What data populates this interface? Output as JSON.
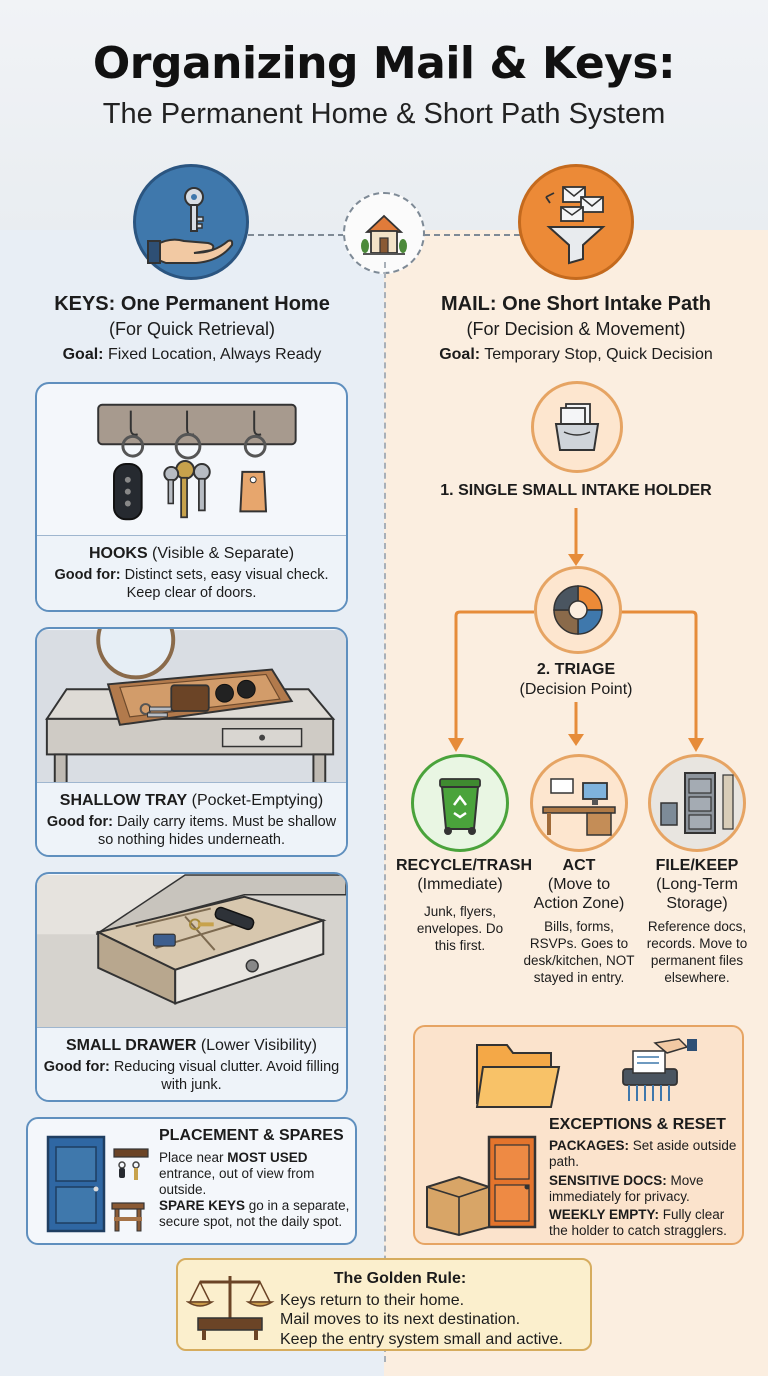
{
  "header": {
    "title": "Organizing Mail & Keys:",
    "subtitle": "The Permanent Home & Short Path System"
  },
  "icons": {
    "keys_circle": "hand-holding-key-icon",
    "center_circle": "house-icon",
    "mail_circle": "mail-funnel-icon"
  },
  "colors": {
    "keys_accent": "#3f78ac",
    "mail_accent": "#ec8a37",
    "keys_card_border": "#5f8fbe",
    "mail_card_border": "#e6a463",
    "rule_card_border": "#d6ac5e",
    "recycle_green": "#4aa33b"
  },
  "keys": {
    "heading": "KEYS: One Permanent Home",
    "subheading": "(For Quick Retrieval)",
    "goal_label": "Goal:",
    "goal_text": " Fixed Location, Always Ready",
    "cards": [
      {
        "title_bold": "HOOKS",
        "title_rest": " (Visible & Separate)",
        "good_label": "Good for:",
        "good_text": " Distinct sets, easy visual check. Keep clear of doors."
      },
      {
        "title_bold": "SHALLOW TRAY",
        "title_rest": " (Pocket-Emptying)",
        "good_label": "Good for:",
        "good_text": " Daily carry items. Must be shallow so nothing hides underneath."
      },
      {
        "title_bold": "SMALL DRAWER",
        "title_rest": " (Lower Visibility)",
        "good_label": "Good for:",
        "good_text": " Reducing visual clutter. Avoid filling with junk."
      }
    ],
    "placement": {
      "title": "PLACEMENT & SPARES",
      "line1_pre": "Place near ",
      "line1_bold": "MOST USED",
      "line1_post": " entrance, out of view from outside.",
      "line2_bold": "SPARE KEYS",
      "line2_post": " go in a separate, secure spot, not the daily spot."
    }
  },
  "mail": {
    "heading": "MAIL: One Short Intake Path",
    "subheading": "(For Decision & Movement)",
    "goal_label": "Goal:",
    "goal_text": " Temporary Stop, Quick Decision",
    "step1": "1. SINGLE SMALL INTAKE HOLDER",
    "step2_title": "2. TRIAGE",
    "step2_sub": "(Decision Point)",
    "destinations": [
      {
        "title": "RECYCLE/TRASH",
        "sub": "(Immediate)",
        "desc": "Junk, flyers, envelopes. Do this first."
      },
      {
        "title": "ACT",
        "sub": "(Move to Action Zone)",
        "desc": "Bills, forms, RSVPs. Goes to desk/kitchen, NOT stayed in entry."
      },
      {
        "title": "FILE/KEEP",
        "sub": "(Long-Term Storage)",
        "desc": "Reference docs, records. Move to permanent files elsewhere."
      }
    ],
    "exceptions": {
      "title": "EXCEPTIONS & RESET",
      "items": [
        {
          "label": "PACKAGES:",
          "text": " Set aside outside path."
        },
        {
          "label": "SENSITIVE DOCS:",
          "text": " Move immediately for privacy."
        },
        {
          "label": "WEEKLY EMPTY:",
          "text": " Fully clear the holder to catch stragglers."
        }
      ]
    }
  },
  "golden_rule": {
    "title": "The Golden Rule:",
    "lines": [
      "Keys return to their home.",
      "Mail moves to its next destination.",
      "Keep the entry system small and active."
    ]
  }
}
